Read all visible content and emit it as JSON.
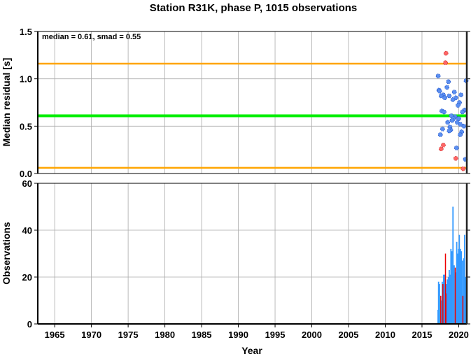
{
  "chart_data": [
    {
      "type": "scatter",
      "title": "Station R31K, phase P, 1015 observations",
      "ylabel": "Median residual [s]",
      "xlabel": "",
      "xlim": [
        1962.7,
        2021.1
      ],
      "ylim": [
        0,
        1.5
      ],
      "yticks": [
        "0.0",
        "0.5",
        "1.0",
        "1.5"
      ],
      "grid": true,
      "annotation": "median = 0.61, smad = 0.55",
      "annotation_position": "top-left",
      "reference_lines": [
        {
          "name": "median",
          "value": 0.61,
          "color": "#00ee00"
        },
        {
          "name": "upper",
          "value": 1.16,
          "color": "#ffa500"
        },
        {
          "name": "lower",
          "value": 0.06,
          "color": "#ffa500"
        }
      ],
      "series": [
        {
          "name": "inlier",
          "color": "#5b8ff0",
          "points": [
            [
              2017.2,
              1.03
            ],
            [
              2018.6,
              0.97
            ],
            [
              2018.4,
              0.91
            ],
            [
              2017.3,
              0.88
            ],
            [
              2017.4,
              0.87
            ],
            [
              2019.4,
              0.86
            ],
            [
              2017.9,
              0.83
            ],
            [
              2017.6,
              0.82
            ],
            [
              2018.1,
              0.8
            ],
            [
              2018.7,
              0.82
            ],
            [
              2020.3,
              0.83
            ],
            [
              2019.6,
              0.8
            ],
            [
              2019.2,
              0.78
            ],
            [
              2021.0,
              0.98
            ],
            [
              2020.1,
              0.75
            ],
            [
              2019.9,
              0.72
            ],
            [
              2020.8,
              0.67
            ],
            [
              2020.5,
              0.65
            ],
            [
              2017.7,
              0.66
            ],
            [
              2018.0,
              0.65
            ],
            [
              2019.0,
              0.61
            ],
            [
              2019.5,
              0.6
            ],
            [
              2020.0,
              0.58
            ],
            [
              2019.3,
              0.58
            ],
            [
              2019.1,
              0.56
            ],
            [
              2018.5,
              0.54
            ],
            [
              2019.8,
              0.54
            ],
            [
              2020.2,
              0.52
            ],
            [
              2020.7,
              0.5
            ],
            [
              2018.8,
              0.49
            ],
            [
              2017.8,
              0.47
            ],
            [
              2018.9,
              0.46
            ],
            [
              2018.7,
              0.45
            ],
            [
              2020.4,
              0.44
            ],
            [
              2020.2,
              0.41
            ],
            [
              2017.5,
              0.41
            ],
            [
              2019.7,
              0.27
            ],
            [
              2020.9,
              0.15
            ]
          ]
        },
        {
          "name": "outlier",
          "color": "#ff6666",
          "points": [
            [
              2018.26,
              1.27
            ],
            [
              2018.2,
              1.17
            ],
            [
              2017.9,
              0.3
            ],
            [
              2017.6,
              0.26
            ],
            [
              2019.6,
              0.16
            ],
            [
              2020.6,
              0.05
            ]
          ]
        }
      ]
    },
    {
      "type": "bar",
      "xlabel": "Year",
      "ylabel": "Observations",
      "xlim": [
        1962.7,
        2021.1
      ],
      "ylim": [
        0,
        60
      ],
      "yticks": [
        "0",
        "20",
        "40",
        "60"
      ],
      "xticks": [
        "1965",
        "1970",
        "1975",
        "1980",
        "1985",
        "1990",
        "1995",
        "2000",
        "2005",
        "2010",
        "2015",
        "2020"
      ],
      "grid": true,
      "series": [
        {
          "name": "observations",
          "color": "#3399ff",
          "points": [
            [
              2017.18,
              6
            ],
            [
              2017.25,
              18
            ],
            [
              2017.37,
              17
            ],
            [
              2017.63,
              10
            ],
            [
              2017.75,
              18
            ],
            [
              2017.94,
              21
            ],
            [
              2018.07,
              21
            ],
            [
              2018.32,
              17
            ],
            [
              2018.45,
              19
            ],
            [
              2018.58,
              20
            ],
            [
              2018.7,
              23
            ],
            [
              2018.83,
              21
            ],
            [
              2018.93,
              32
            ],
            [
              2019.05,
              31
            ],
            [
              2019.21,
              50
            ],
            [
              2019.37,
              25
            ],
            [
              2019.59,
              22
            ],
            [
              2019.72,
              35
            ],
            [
              2019.84,
              30
            ],
            [
              2019.97,
              32
            ],
            [
              2020.07,
              38
            ],
            [
              2020.22,
              32
            ],
            [
              2020.35,
              31
            ],
            [
              2020.48,
              27
            ],
            [
              2020.67,
              28
            ],
            [
              2020.79,
              38
            ],
            [
              2020.92,
              20
            ],
            [
              2021.01,
              15
            ]
          ]
        },
        {
          "name": "outlier-months",
          "color": "#ee0000",
          "points": [
            [
              2017.56,
              12
            ],
            [
              2017.85,
              17
            ],
            [
              2018.2,
              30
            ],
            [
              2018.26,
              13
            ],
            [
              2019.53,
              24
            ],
            [
              2020.57,
              12
            ]
          ]
        }
      ]
    }
  ]
}
